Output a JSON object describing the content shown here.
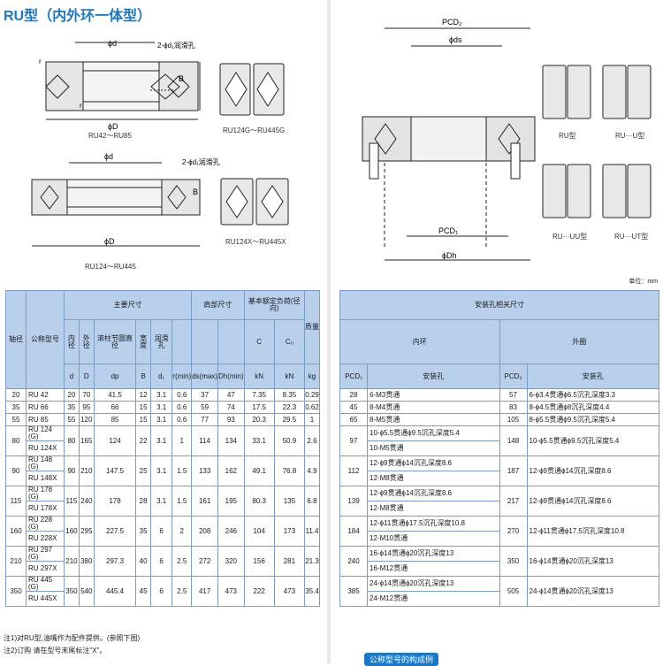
{
  "title": "RU型（内外环一体型）",
  "drawings": {
    "top_left": {
      "caption": "RU42～RU85",
      "hole_label": "2-ϕd₁润滑孔",
      "dim_d": "ϕd",
      "dim_D": "ϕD",
      "dim_B": "B",
      "dim_r": "r"
    },
    "top_right": {
      "caption": "RU124G～RU445G"
    },
    "mid_left": {
      "caption": "RU124～RU445",
      "hole_label": "2-ϕd₁润滑孔",
      "dim_d": "ϕd",
      "dim_D": "ϕD",
      "dim_B": "B"
    },
    "mid_right": {
      "caption": "RU124X～RU445X"
    },
    "assembly": {
      "pcd2": "PCD₂",
      "ds": "ϕds",
      "pcd1": "PCD₁",
      "dh": "ϕDh"
    },
    "types": [
      "RU型",
      "RU···U型",
      "RU···UU型",
      "RU···UT型"
    ]
  },
  "unit": "单位：mm",
  "left_table": {
    "header": {
      "shaft": "轴径",
      "model": "公称型号",
      "main": "主要尺寸",
      "shoulder": "肩部尺寸",
      "load": "基本额定负荷(径向)",
      "mass": "质量",
      "inner": "内径",
      "outer": "外径",
      "roller": "滚柱节圆直径",
      "width": "宽度",
      "lube": "润滑孔",
      "C": "C",
      "C0": "C₀",
      "d": "d",
      "D": "D",
      "dp": "dp",
      "B": "B",
      "d1": "d₁",
      "rmin": "r(min)",
      "ds": "ds(max)",
      "Dh": "Dh(min)",
      "kN1": "kN",
      "kN2": "kN",
      "kg": "kg"
    },
    "rows": [
      {
        "shaft": "20",
        "models": [
          "RU 42"
        ],
        "d": "20",
        "D": "70",
        "dp": "41.5",
        "B": "12",
        "d1": "3.1",
        "r": "0.6",
        "ds": "37",
        "Dh": "47",
        "C": "7.35",
        "C0": "8.35",
        "kg": "0.29"
      },
      {
        "shaft": "35",
        "models": [
          "RU 66"
        ],
        "d": "35",
        "D": "95",
        "dp": "66",
        "B": "15",
        "d1": "3.1",
        "r": "0.6",
        "ds": "59",
        "Dh": "74",
        "C": "17.5",
        "C0": "22.3",
        "kg": "0.62"
      },
      {
        "shaft": "55",
        "models": [
          "RU 85"
        ],
        "d": "55",
        "D": "120",
        "dp": "85",
        "B": "15",
        "d1": "3.1",
        "r": "0.6",
        "ds": "77",
        "Dh": "93",
        "C": "20.3",
        "C0": "29.5",
        "kg": "1"
      },
      {
        "shaft": "80",
        "models": [
          "RU 124 (G)",
          "RU 124X"
        ],
        "d": "80",
        "D": "165",
        "dp": "124",
        "B": "22",
        "d1": "3.1",
        "r": "1",
        "ds": "114",
        "Dh": "134",
        "C": "33.1",
        "C0": "50.9",
        "kg": "2.6"
      },
      {
        "shaft": "90",
        "models": [
          "RU 148 (G)",
          "RU 148X"
        ],
        "d": "90",
        "D": "210",
        "dp": "147.5",
        "B": "25",
        "d1": "3.1",
        "r": "1.5",
        "ds": "133",
        "Dh": "162",
        "C": "49.1",
        "C0": "76.8",
        "kg": "4.9"
      },
      {
        "shaft": "115",
        "models": [
          "RU 178 (G)",
          "RU 178X"
        ],
        "d": "115",
        "D": "240",
        "dp": "178",
        "B": "28",
        "d1": "3.1",
        "r": "1.5",
        "ds": "161",
        "Dh": "195",
        "C": "80.3",
        "C0": "135",
        "kg": "6.8"
      },
      {
        "shaft": "160",
        "models": [
          "RU 228 (G)",
          "RU 228X"
        ],
        "d": "160",
        "D": "295",
        "dp": "227.5",
        "B": "35",
        "d1": "6",
        "r": "2",
        "ds": "208",
        "Dh": "246",
        "C": "104",
        "C0": "173",
        "kg": "11.4"
      },
      {
        "shaft": "210",
        "models": [
          "RU 297 (G)",
          "RU 297X"
        ],
        "d": "210",
        "D": "380",
        "dp": "297.3",
        "B": "40",
        "d1": "6",
        "r": "2.5",
        "ds": "272",
        "Dh": "320",
        "C": "156",
        "C0": "281",
        "kg": "21.3"
      },
      {
        "shaft": "350",
        "models": [
          "RU 445 (G)",
          "RU 445X"
        ],
        "d": "350",
        "D": "540",
        "dp": "445.4",
        "B": "45",
        "d1": "6",
        "r": "2.5",
        "ds": "417",
        "Dh": "473",
        "C": "222",
        "C0": "473",
        "kg": "35.4"
      }
    ]
  },
  "right_table": {
    "header": {
      "title": "安装孔相关尺寸",
      "inner": "内环",
      "outer": "外圈",
      "pcd1": "PCD₁",
      "pcd2": "PCD₂",
      "hole1": "安装孔",
      "hole2": "安装孔"
    },
    "rows": [
      {
        "pcd1": "28",
        "inner": [
          "6-M3贯通"
        ],
        "pcd2": "57",
        "outer": [
          "6-ϕ3.4贯通ϕ6.5沉孔深度3.3"
        ]
      },
      {
        "pcd1": "45",
        "inner": [
          "8-M4贯通"
        ],
        "pcd2": "83",
        "outer": [
          "8-ϕ4.5贯通ϕ8沉孔深度4.4"
        ]
      },
      {
        "pcd1": "65",
        "inner": [
          "8-M5贯通"
        ],
        "pcd2": "105",
        "outer": [
          "8-ϕ5.5贯通ϕ9.5沉孔深度5.4"
        ]
      },
      {
        "pcd1": "97",
        "inner": [
          "10-ϕ5.5贯通ϕ9.5沉孔深度5.4",
          "10-M5贯通"
        ],
        "pcd2": "148",
        "outer": [
          "10-ϕ5.5贯通ϕ9.5沉孔深度5.4"
        ]
      },
      {
        "pcd1": "112",
        "inner": [
          "12-ϕ9贯通ϕ14沉孔深度8.6",
          "12-M8贯通"
        ],
        "pcd2": "187",
        "outer": [
          "12-ϕ9贯通ϕ14沉孔深度8.6"
        ]
      },
      {
        "pcd1": "139",
        "inner": [
          "12-ϕ9贯通ϕ14沉孔深度8.6",
          "12-M8贯通"
        ],
        "pcd2": "217",
        "outer": [
          "12-ϕ9贯通ϕ14沉孔深度8.6"
        ]
      },
      {
        "pcd1": "184",
        "inner": [
          "12-ϕ11贯通ϕ17.5沉孔深度10.8",
          "12-M10贯通"
        ],
        "pcd2": "270",
        "outer": [
          "12-ϕ11贯通ϕ17.5沉孔深度10.8"
        ]
      },
      {
        "pcd1": "240",
        "inner": [
          "16-ϕ14贯通ϕ20沉孔深度13",
          "16-M12贯通"
        ],
        "pcd2": "350",
        "outer": [
          "16-ϕ14贯通ϕ20沉孔深度13"
        ]
      },
      {
        "pcd1": "385",
        "inner": [
          "24-ϕ14贯通ϕ20沉孔深度13",
          "24-M12贯通"
        ],
        "pcd2": "505",
        "outer": [
          "24-ϕ14贯通ϕ20沉孔深度13"
        ]
      }
    ]
  },
  "notes": [
    "注1)对RU型,油嘴作为配件提供。(参照下图)",
    "注2)订购 请在型号末尾标注\"X\"。"
  ],
  "footer_tag": "公称型号的构成例"
}
